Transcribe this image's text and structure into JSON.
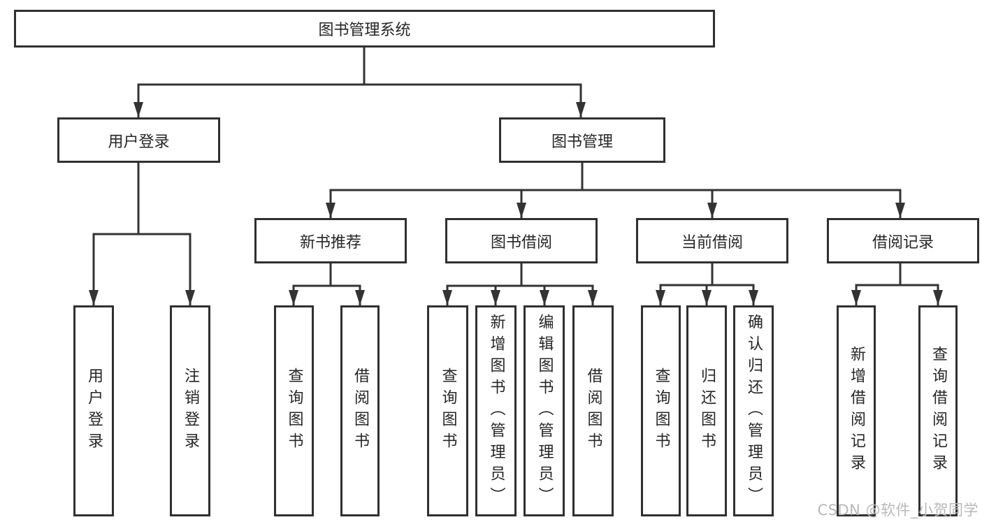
{
  "palette": {
    "line": "#333333",
    "border": "#303030",
    "fill": "#ffffff",
    "text": "#262626",
    "watermark": "#b9b9b9",
    "background": "#ffffff"
  },
  "root": {
    "label": "图书管理系统"
  },
  "branches": {
    "user_login": {
      "label": "用户登录",
      "children": [
        {
          "label": "用户登录"
        },
        {
          "label": "注销登录"
        }
      ]
    },
    "book_mgmt": {
      "label": "图书管理",
      "modules": [
        {
          "label": "新书推荐",
          "children": [
            {
              "label": "查询图书"
            },
            {
              "label": "借阅图书"
            }
          ]
        },
        {
          "label": "图书借阅",
          "children": [
            {
              "label": "查询图书"
            },
            {
              "label": "新增图书（管理员）"
            },
            {
              "label": "编辑图书（管理员）"
            },
            {
              "label": "借阅图书"
            }
          ]
        },
        {
          "label": "当前借阅",
          "children": [
            {
              "label": "查询图书"
            },
            {
              "label": "归还图书"
            },
            {
              "label": "确认归还（管理员）"
            }
          ]
        },
        {
          "label": "借阅记录",
          "children": [
            {
              "label": "新增借阅记录"
            },
            {
              "label": "查询借阅记录"
            }
          ]
        }
      ]
    }
  },
  "watermark": {
    "text": "CSDN @软件_小贺同学"
  }
}
